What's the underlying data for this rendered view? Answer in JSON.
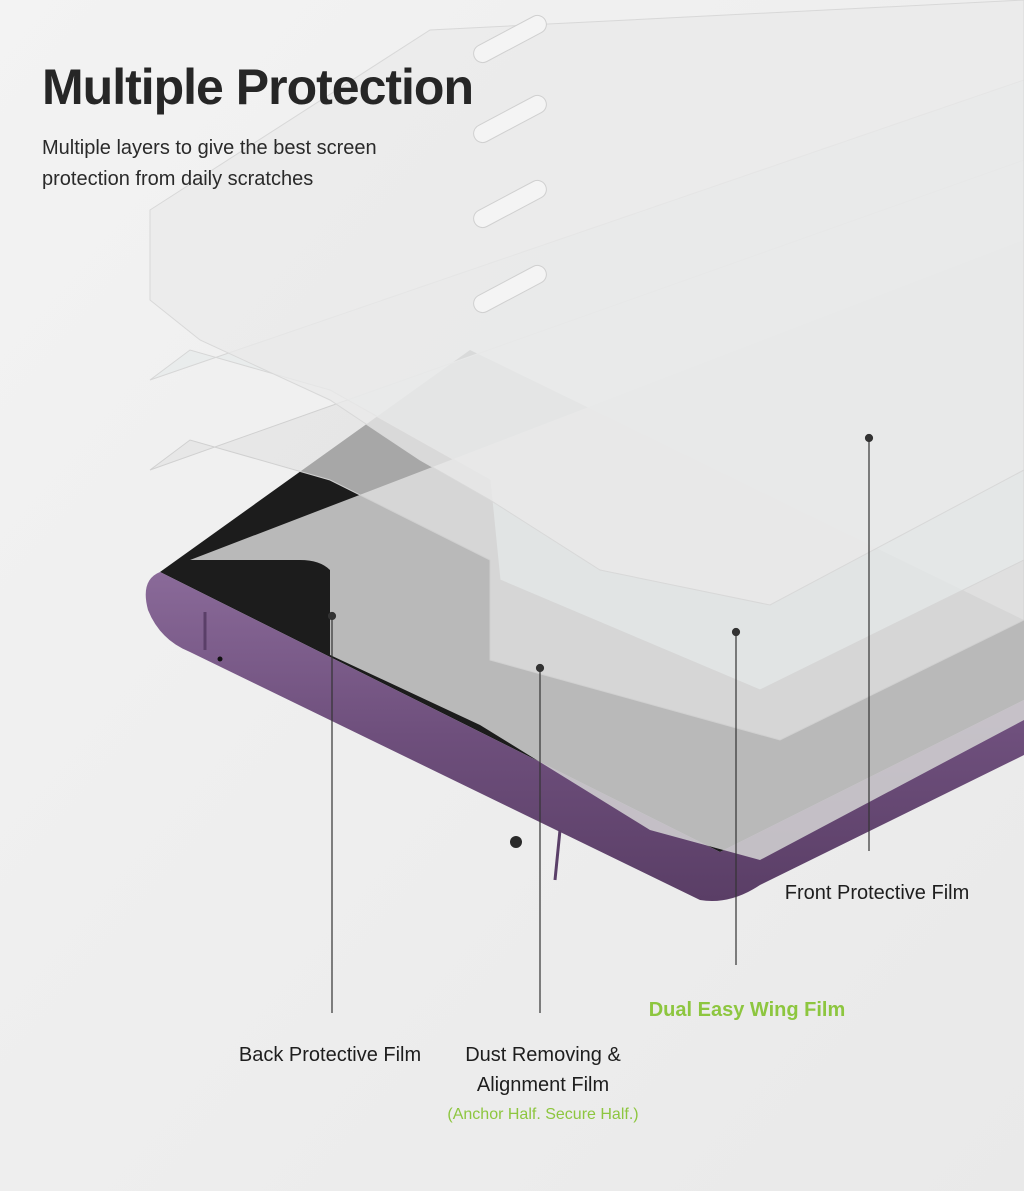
{
  "header": {
    "title": "Multiple Protection",
    "subtitle_line1": "Multiple layers to give the best screen",
    "subtitle_line2": "protection from daily scratches"
  },
  "labels": {
    "front": "Front Protective Film",
    "wing": "Dual Easy Wing Film",
    "back": "Back Protective Film",
    "dust_line1": "Dust Removing &",
    "dust_line2": "Alignment Film",
    "dust_note": "(Anchor Half. Secure Half.)"
  },
  "colors": {
    "accent_green": "#8dc63f",
    "phone_purple": "#6e4f7c",
    "background": "#f1f1f1"
  }
}
